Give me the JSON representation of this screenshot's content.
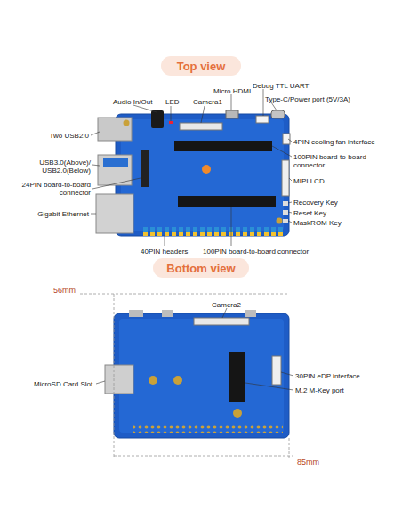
{
  "diagram": {
    "nodes": [
      {
        "text": [
          "Top view"
        ]
      },
      {
        "text": [
          "Bottom view"
        ]
      }
    ],
    "labels": [
      "Audio In/Out",
      "LED",
      "Camera1",
      "Micro HDMI",
      "Debug TTL UART",
      "Type-C/Power port (5V/3A)",
      "Two USB2.0",
      "4PIN cooling fan interface",
      "USB3.0(Above)/ USB2.0(Below)",
      "100PIN board-to-board connector",
      "24PIN board-to-board connector",
      "MIPI LCD",
      "Recovery Key",
      "Gigabit Ethernet",
      "Reset Key",
      "MaskROM Key",
      "40PIN headers",
      "100PIN board-to-board connector",
      "56mm",
      "Camera2",
      "MicroSD Card Slot",
      "30PIN eDP interface",
      "M.2 M-Key port",
      "85mm"
    ]
  }
}
